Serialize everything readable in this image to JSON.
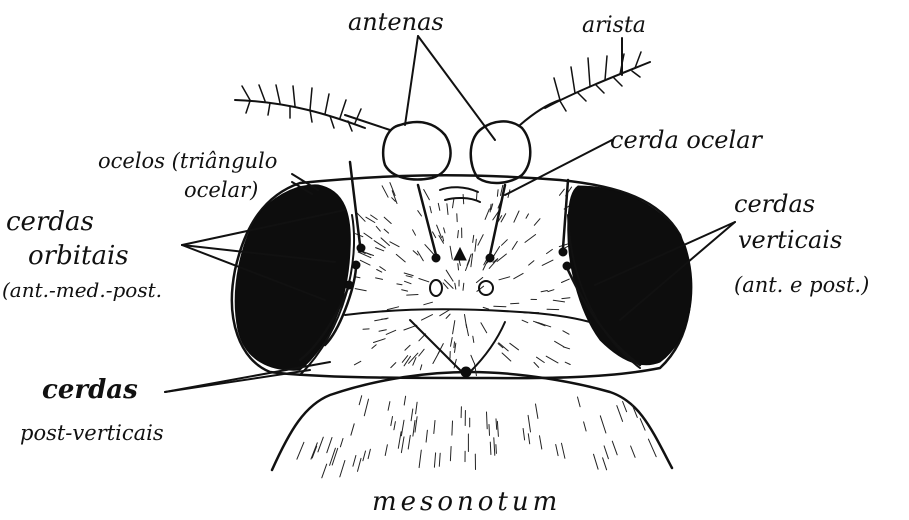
{
  "labels": {
    "antenas": "antenas",
    "arista": "arista",
    "ocelos_line1": "ocelos (triângulo",
    "ocelos_line2": "ocelar)",
    "cerda_ocelar": "cerda ocelar",
    "cerdas_orbitais_line1": "cerdas",
    "cerdas_orbitais_line2": "orbitais",
    "cerdas_orbitais_line3": "(ant.-med.-post.",
    "cerdas_verticais_line1": "cerdas",
    "cerdas_verticais_line2": "verticais",
    "cerdas_verticais_line3": "(ant. e post.)",
    "cerdas_postverticais_line1": "cerdas",
    "cerdas_postverticais_line2": "post-verticais",
    "mesonotum": "mesonotum"
  },
  "colors": {
    "ink": "#111111",
    "paper": "#ffffff"
  }
}
